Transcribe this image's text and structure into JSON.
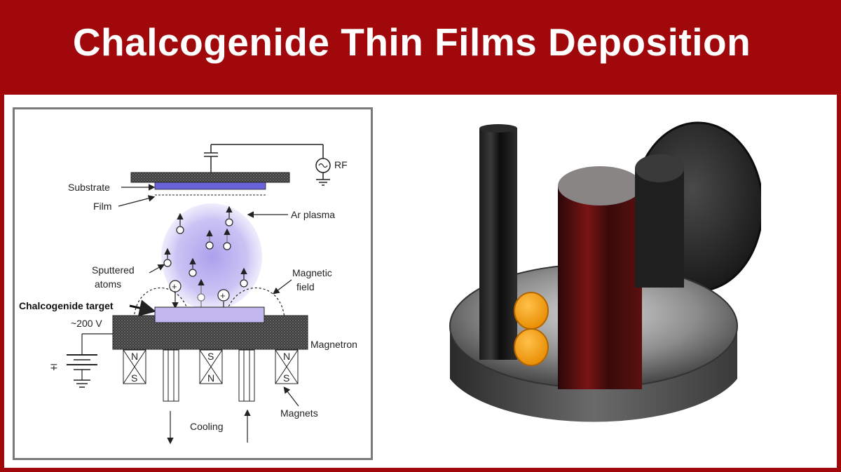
{
  "header": {
    "title": "Chalcogenide Thin Films Deposition",
    "background_color": "#a0080c",
    "text_color": "#ffffff"
  },
  "diagram": {
    "labels": {
      "rf": "RF",
      "substrate": "Substrate",
      "film": "Film",
      "ar_plasma": "Ar plasma",
      "sputtered_atoms_line1": "Sputtered",
      "sputtered_atoms_line2": "atoms",
      "magnetic_field_line1": "Magnetic",
      "magnetic_field_line2": "field",
      "chalcogenide_target": "Chalcogenide target",
      "voltage": "~200 V",
      "magnetron": "Magnetron",
      "magnets": "Magnets",
      "cooling": "Cooling",
      "minus_sign": "∓",
      "pole_n": "N",
      "pole_s": "S"
    },
    "colors": {
      "plasma": "#b9a9ee",
      "target": "#c3b7f0",
      "film": "#6a62d8"
    }
  },
  "photo": {
    "subject": "chalcogenide glass rods, disks and wafer samples on a mirror base"
  }
}
